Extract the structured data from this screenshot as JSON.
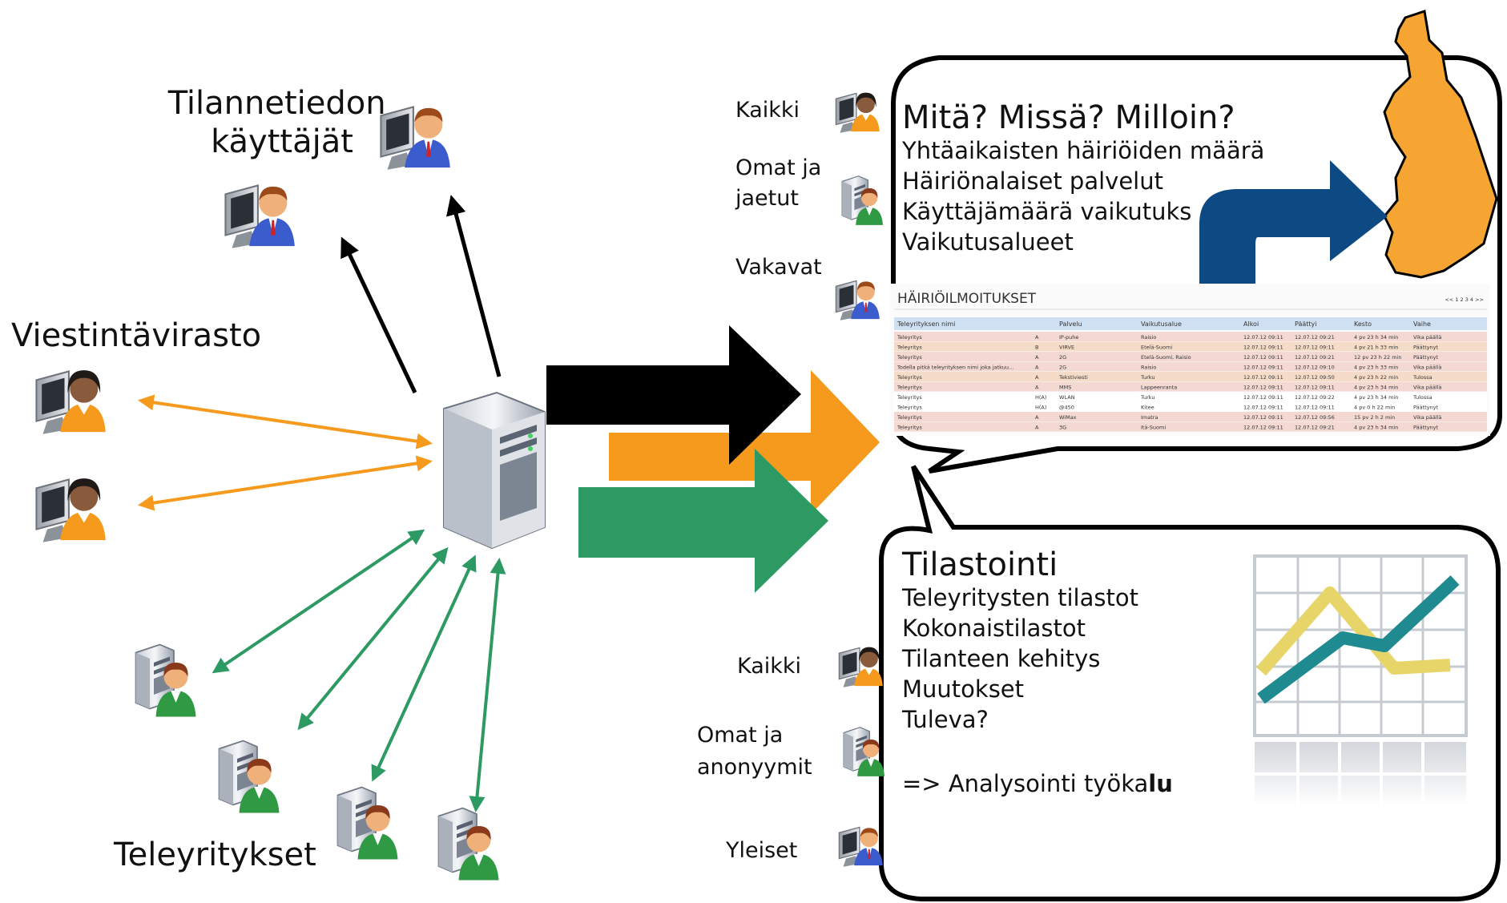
{
  "labels": {
    "users": [
      "Tilannetiedon",
      "käyttäjät"
    ],
    "agency": "Viestintävirasto",
    "operators": "Teleyritykset"
  },
  "top_panel": {
    "heading": "Mitä? Missä? Milloin?",
    "lines": [
      "Yhtäaikaisten häiriöiden määrä",
      "Häiriönalaiset palvelut",
      "Käyttäjämäärä vaikutuks",
      "Vaikutusalueet"
    ],
    "access_levels": [
      [
        "Kaikki"
      ],
      [
        "Omat ja",
        "jaetut"
      ],
      [
        "Vakavat"
      ]
    ]
  },
  "incident_table": {
    "title": "HÄIRIÖILMOITUKSET",
    "pager": "<< 1 2 3 4 >>",
    "columns": [
      "Teleyrityksen nimi",
      "",
      "Palvelu",
      "Vaikutusalue",
      "Alkoi",
      "Päättyi",
      "Kesto",
      "Vaihe"
    ],
    "rows": [
      [
        "Teleyritys",
        "A",
        "IP-puhe",
        "Raisio",
        "12.07.12 09:11",
        "12.07.12 09:21",
        "4 pv 23 h 34 min",
        "Vika päällä"
      ],
      [
        "Teleyritys",
        "B",
        "VIRVE",
        "Etelä-Suomi",
        "12.07.12 09:11",
        "12.07.12 09:11",
        "4 pv 21 h 33 min",
        "Päättynyt"
      ],
      [
        "Teleyritys",
        "A",
        "2G",
        "Etelä-Suomi, Raisio",
        "12.07.12 09:11",
        "12.07.12 09:21",
        "12 pv 23 h 22 min",
        "Päättynyt"
      ],
      [
        "Todella pitkä teleyrityksen nimi joka jatkuu...",
        "A",
        "2G",
        "Raisio",
        "12.07.12 09:11",
        "12.07.12 09:10",
        "4 pv 23 h 33 min",
        "Vika päällä"
      ],
      [
        "Teleyritys",
        "A",
        "Tekstiviesti",
        "Turku",
        "12.07.12 09:11",
        "12.07.12 09:50",
        "4 pv 23 h 22 min",
        "Tulossa"
      ],
      [
        "Teleyritys",
        "A",
        "MMS",
        "Lappeenranta",
        "12.07.12 09:11",
        "12.07.12 09:11",
        "4 pv 23 h 34 min",
        "Vika päällä"
      ],
      [
        "Teleyritys",
        "H(A)",
        "WLAN",
        "Turku",
        "12.07.12 09:11",
        "12.07.12 09:22",
        "4 pv 23 h 34 min",
        "Tulossa"
      ],
      [
        "Teleyritys",
        "H(A)",
        "@450",
        "Kitee",
        "12.07.12 09:11",
        "12.07.12 09:11",
        "4 pv 0 h 22 min",
        "Päättynyt"
      ],
      [
        "Teleyritys",
        "A",
        "WiMax",
        "Imatra",
        "12.07.12 09:11",
        "12.07.12 09:56",
        "15 pv 2 h 2 min",
        "Vika päällä"
      ],
      [
        "Teleyritys",
        "A",
        "3G",
        "Itä-Suomi",
        "12.07.12 09:11",
        "12.07.12 09:21",
        "4 pv 23 h 34 min",
        "Päättynyt"
      ]
    ],
    "row_colors": [
      "#f3d9d2",
      "#f5dcc8",
      "#f3d9d2",
      "#f3d9d2",
      "#f5dcc8",
      "#f3d9d2",
      "#ffffff",
      "#ffffff",
      "#f3d9d2",
      "#f3d9d2"
    ]
  },
  "bottom_panel": {
    "heading": "Tilastointi",
    "lines": [
      "Teleyritysten tilastot",
      "Kokonaistilastot",
      "Tilanteen kehitys",
      "Muutokset",
      "Tuleva?"
    ],
    "analysis_prefix": "=> Analysointi työka",
    "analysis_bold": "lu",
    "access_levels": [
      [
        "Kaikki"
      ],
      [
        "Omat ja",
        "anonyymit"
      ],
      [
        "Yleiset"
      ]
    ]
  },
  "colors": {
    "black": "#000000",
    "orange": "#f59a1c",
    "green": "#2e9a63",
    "navy": "#0d4a84",
    "finland": "#f6a532",
    "chart_yellow": "#e8d56a",
    "chart_teal": "#1f8a8f"
  },
  "icons": [
    "server-icon",
    "user-computer-icon",
    "server-user-icon",
    "finland-map-icon",
    "line-chart-icon"
  ]
}
